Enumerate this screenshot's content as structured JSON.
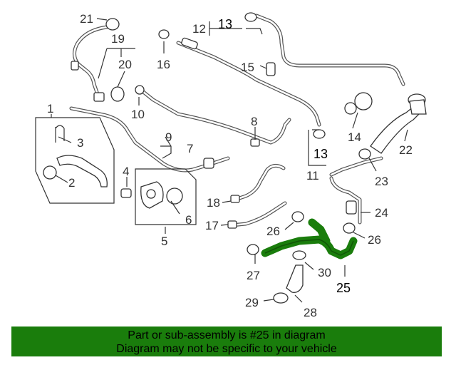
{
  "diagram": {
    "callouts": {
      "c1": "1",
      "c2": "2",
      "c3": "3",
      "c4": "4",
      "c5": "5",
      "c6": "6",
      "c7": "7",
      "c8": "8",
      "c9": "9",
      "c10": "10",
      "c11": "11",
      "c12": "12",
      "c13a": "13",
      "c13b": "13",
      "c14": "14",
      "c15": "15",
      "c16": "16",
      "c17": "17",
      "c18": "18",
      "c19": "19",
      "c20": "20",
      "c21": "21",
      "c22": "22",
      "c23": "23",
      "c24": "24",
      "c25": "25",
      "c26a": "26",
      "c26b": "26",
      "c27": "27",
      "c28": "28",
      "c29": "29",
      "c30": "30"
    },
    "highlight_color": "#1a7d0c"
  },
  "banner": {
    "line1": "Part or sub-assembly is #25 in diagram",
    "line2": "Diagram may not be specific to your vehicle",
    "color": "#1a7d0c"
  }
}
